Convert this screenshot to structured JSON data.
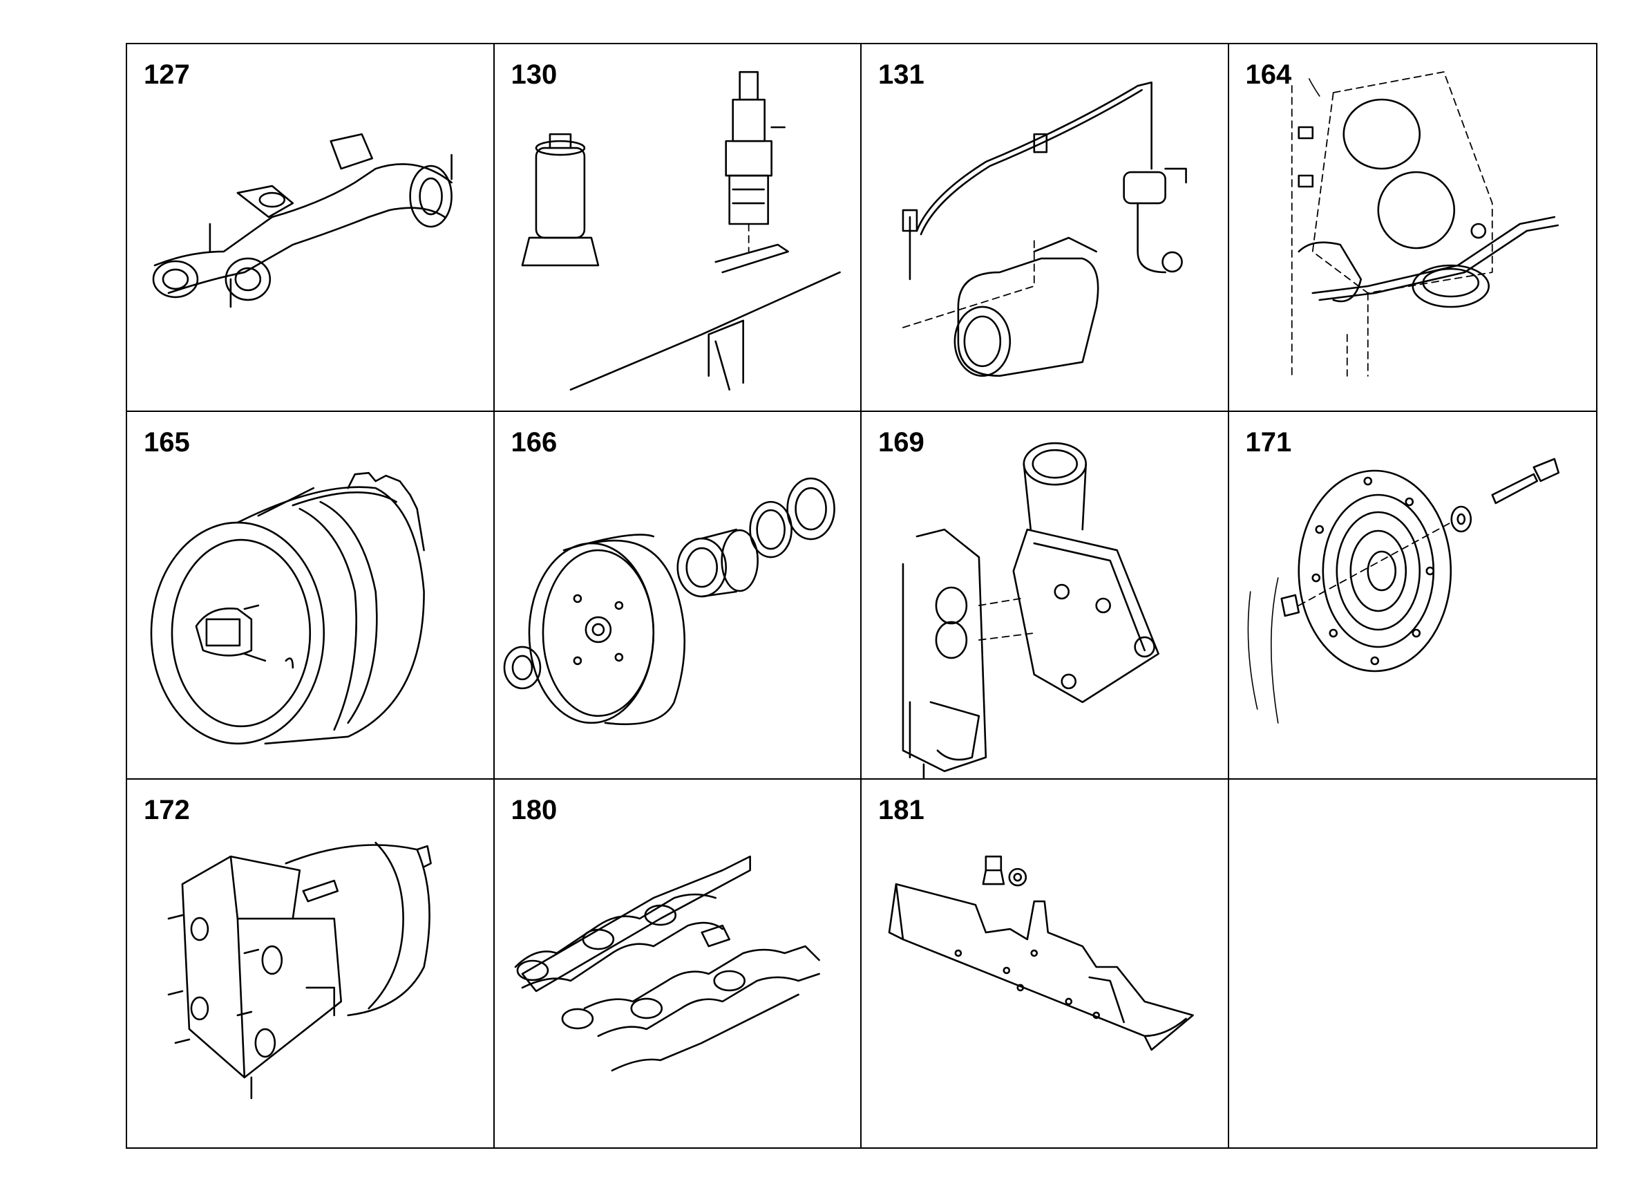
{
  "parts": [
    {
      "number": "127",
      "icon": "exhaust-manifold-icon"
    },
    {
      "number": "130",
      "icon": "glow-plug-and-sensor-icon"
    },
    {
      "number": "131",
      "icon": "injection-line-icon"
    },
    {
      "number": "164",
      "icon": "engine-block-icon"
    },
    {
      "number": "165",
      "icon": "fan-clutch-icon"
    },
    {
      "number": "166",
      "icon": "pulley-and-seals-icon"
    },
    {
      "number": "169",
      "icon": "thermostat-housing-icon"
    },
    {
      "number": "171",
      "icon": "vibration-damper-icon"
    },
    {
      "number": "172",
      "icon": "hydraulic-pump-icon"
    },
    {
      "number": "180",
      "icon": "manifold-gaskets-icon"
    },
    {
      "number": "181",
      "icon": "heat-shield-icon"
    }
  ]
}
